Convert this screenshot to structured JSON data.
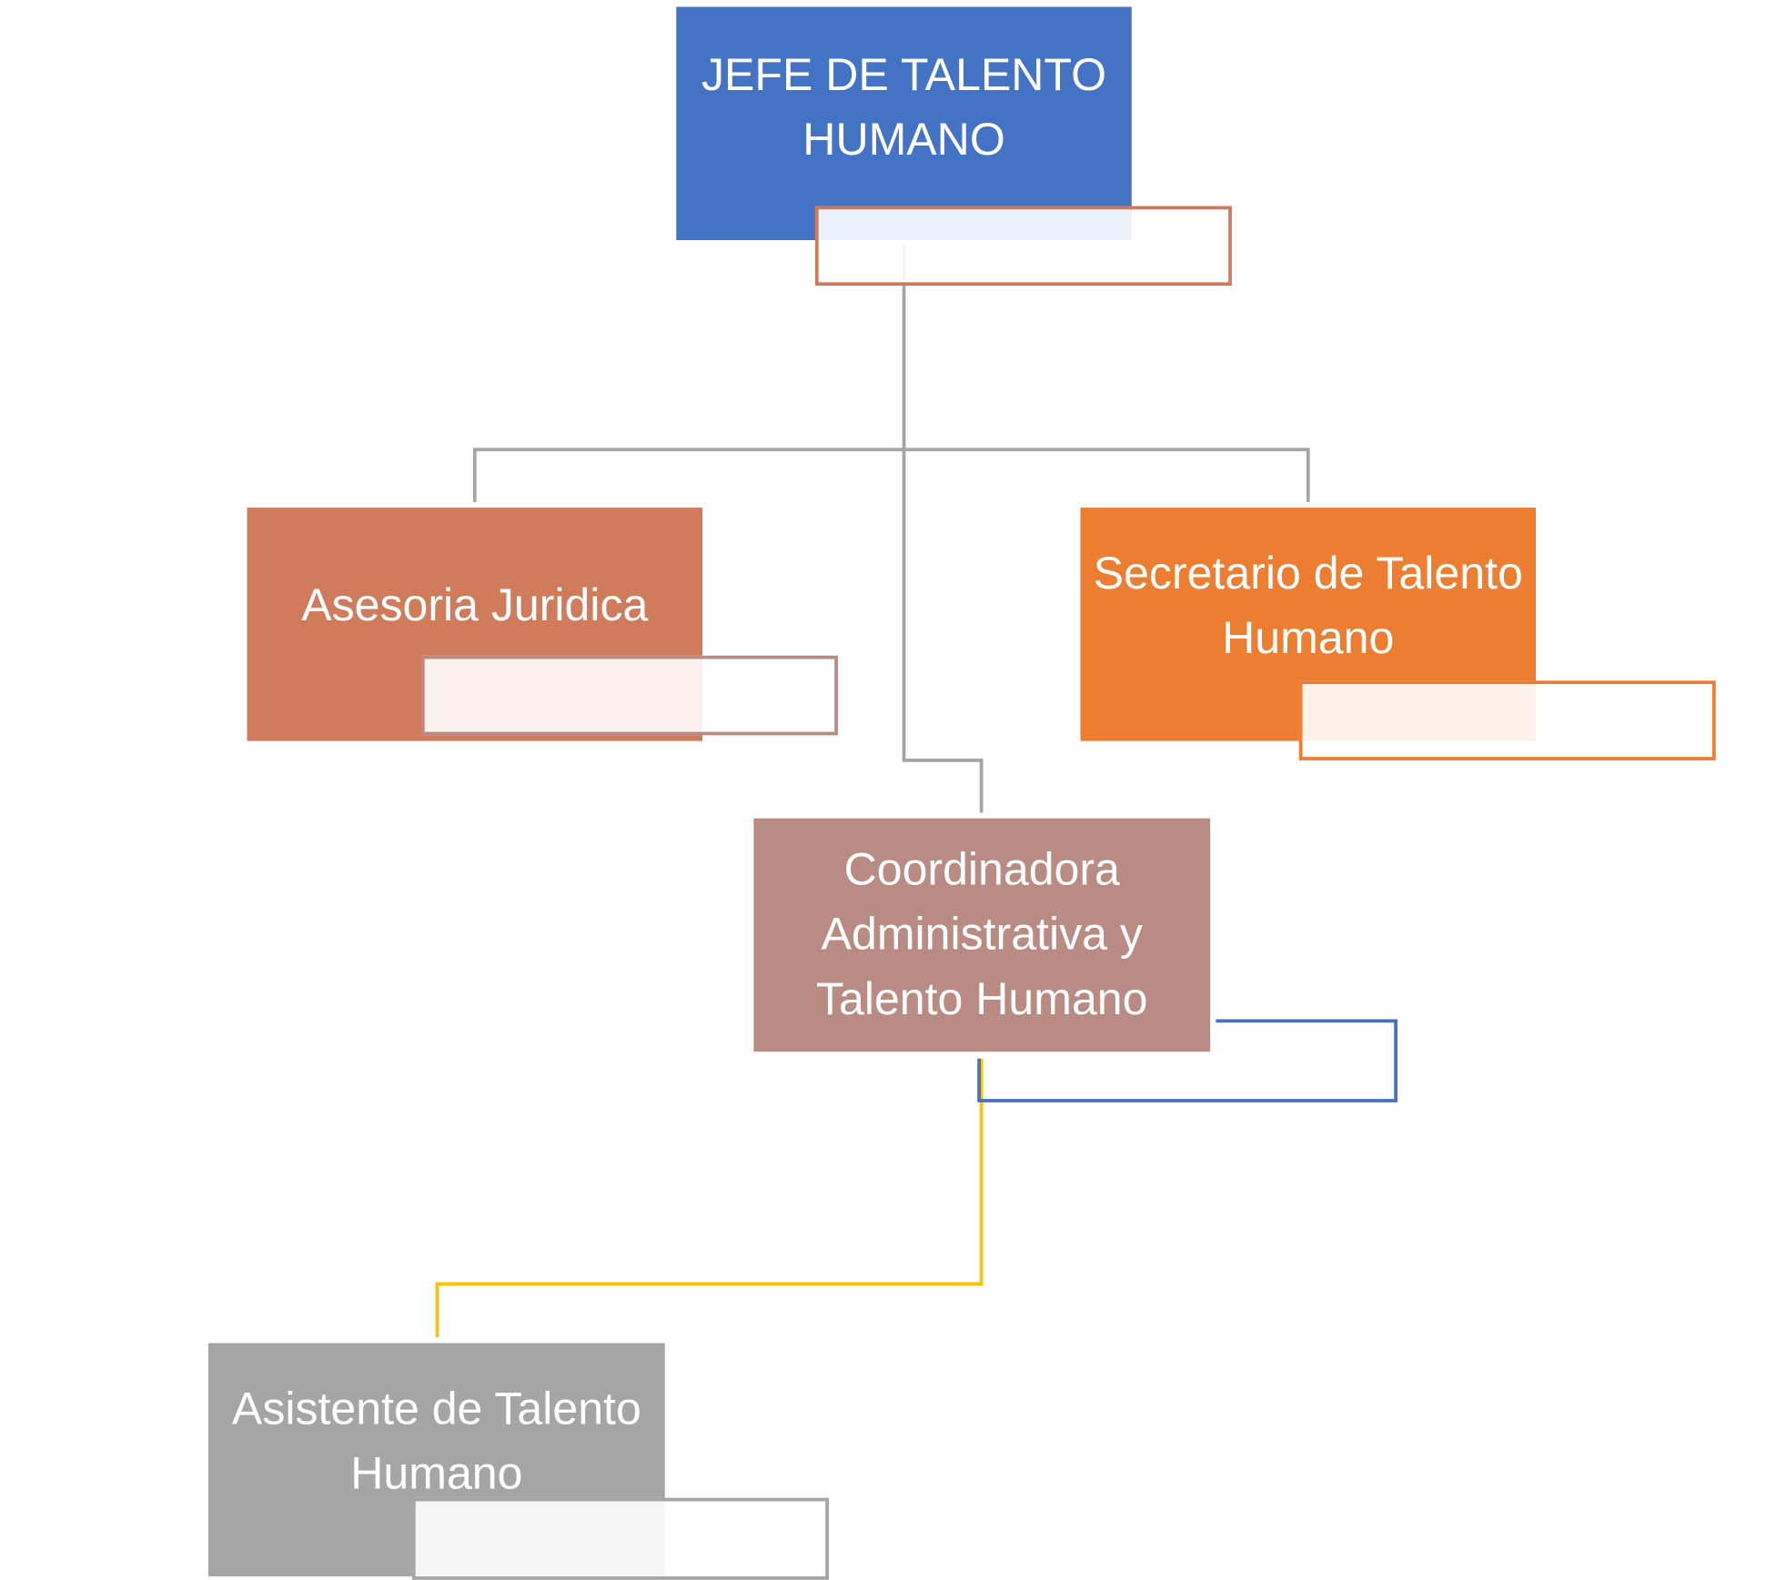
{
  "nodes": {
    "jefe": {
      "label": "JEFE DE TALENTO HUMANO",
      "color": "#4472C4"
    },
    "asesoria": {
      "label": "Asesoria Juridica",
      "color": "#D17B5D"
    },
    "secretario": {
      "label": "Secretario de Talento Humano",
      "color": "#ED7D31"
    },
    "coordinadora": {
      "label": "Coordinadora Administrativa y Talento Humano",
      "color": "#BA8B82"
    },
    "asistente": {
      "label": "Asistente de Talento Humano",
      "color": "#A5A5A5"
    }
  },
  "connector_colors": {
    "main": "#A5A5A5",
    "assistant": "#FFC000",
    "textbox_blue": "#4472C4"
  }
}
